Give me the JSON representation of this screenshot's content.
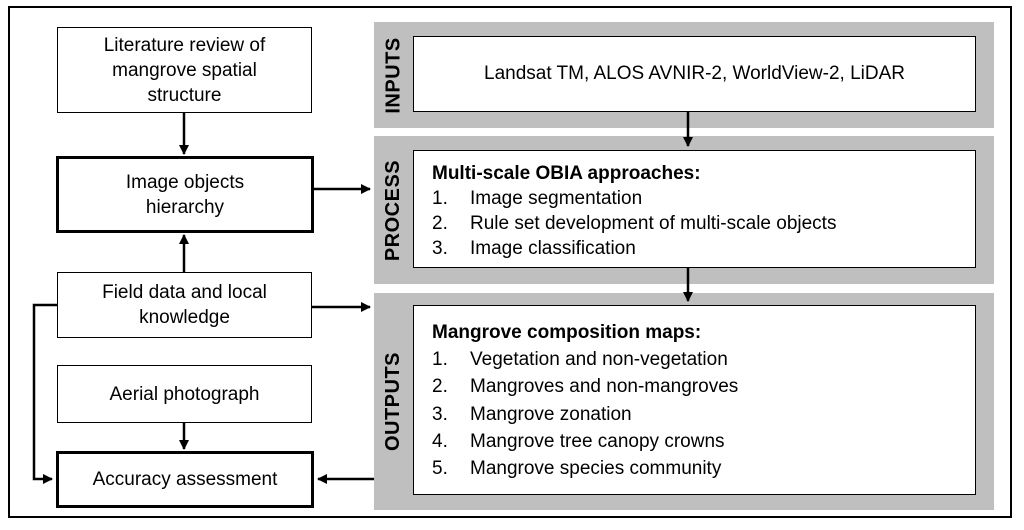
{
  "left_boxes": {
    "literature": [
      "Literature review of",
      "mangrove spatial",
      "structure"
    ],
    "hierarchy": [
      "Image objects",
      "hierarchy"
    ],
    "field": [
      "Field data and local",
      "knowledge"
    ],
    "aerial": [
      "Aerial photograph"
    ],
    "accuracy": [
      "Accuracy assessment"
    ]
  },
  "panels": {
    "inputs": {
      "label": "INPUTS",
      "text": "Landsat TM, ALOS AVNIR-2, WorldView-2, LiDAR"
    },
    "process": {
      "label": "PROCESS",
      "heading": "Multi-scale OBIA approaches:",
      "items": [
        {
          "num": "1.",
          "text": "Image segmentation"
        },
        {
          "num": "2.",
          "text": "Rule set development of multi-scale objects"
        },
        {
          "num": "3.",
          "text": "Image classification"
        }
      ]
    },
    "outputs": {
      "label": "OUTPUTS",
      "heading": "Mangrove composition maps:",
      "items": [
        {
          "num": "1.",
          "text": "Vegetation and non-vegetation"
        },
        {
          "num": "2.",
          "text": "Mangroves and non-mangroves"
        },
        {
          "num": "3.",
          "text": "Mangrove zonation"
        },
        {
          "num": "4.",
          "text": "Mangrove tree canopy crowns"
        },
        {
          "num": "5.",
          "text": "Mangrove species community"
        }
      ]
    }
  }
}
